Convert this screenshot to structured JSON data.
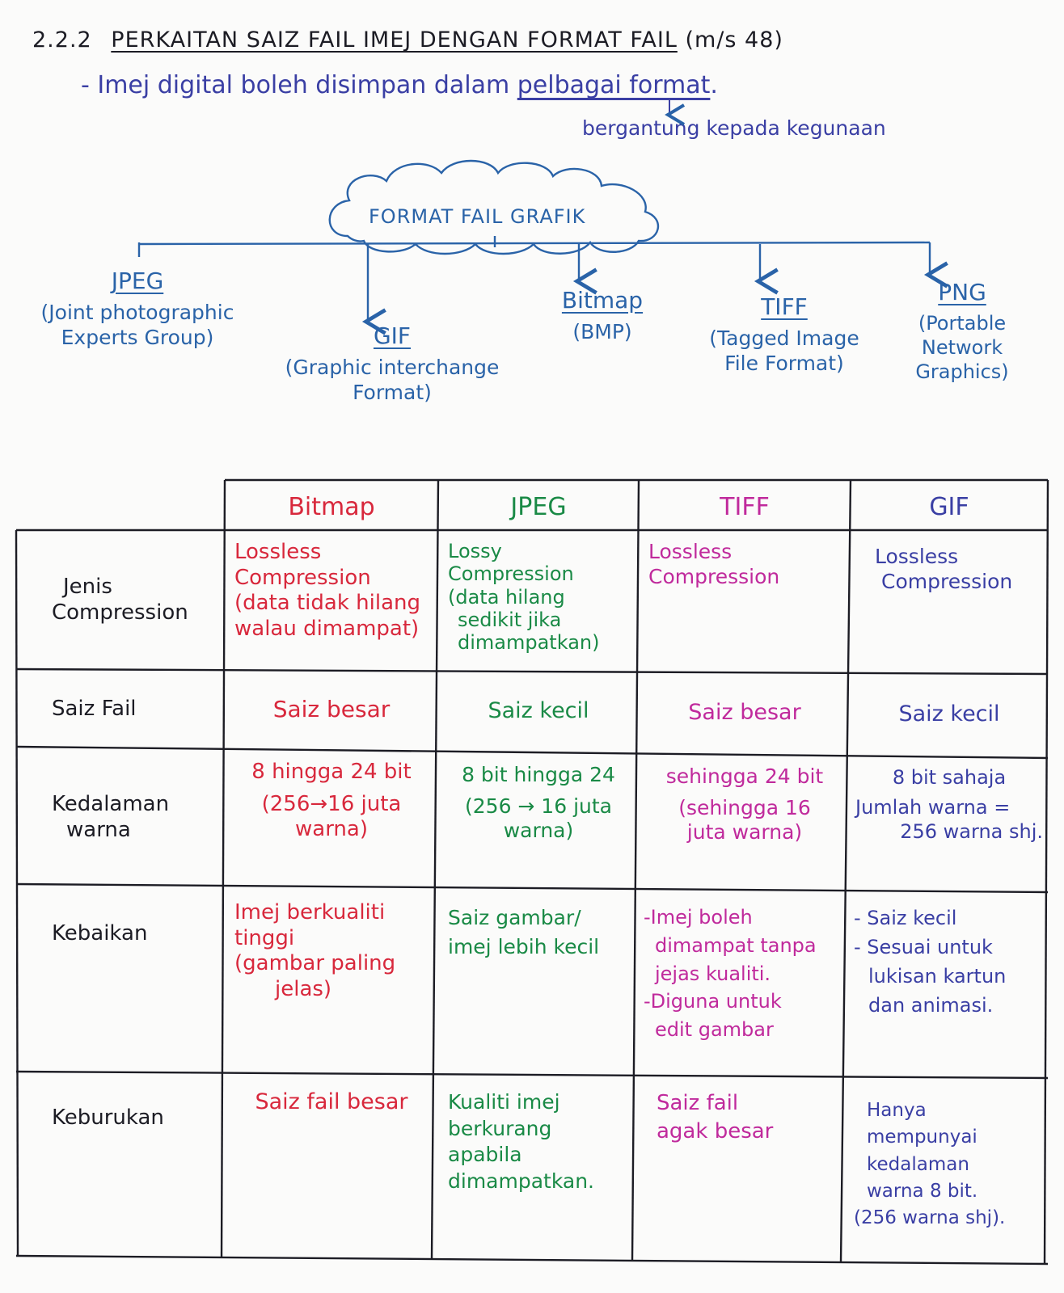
{
  "heading": {
    "number": "2.2.2",
    "title": "PERKAITAN SAIZ FAIL IMEJ DENGAN FORMAT FAIL",
    "ref": "(m/s 48)"
  },
  "intro": {
    "prefix": "- Imej digital boleh disimpan dalam ",
    "emphasis": "pelbagai format",
    "suffix": ".",
    "note": "bergantung kepada kegunaan"
  },
  "tree": {
    "root": "FORMAT FAIL GRAFIK",
    "formats": [
      {
        "name": "JPEG",
        "full": [
          "(Joint photographic",
          "Experts Group)"
        ]
      },
      {
        "name": "GIF",
        "full": [
          "(Graphic interchange",
          "Format)"
        ]
      },
      {
        "name": "Bitmap",
        "full": [
          "(BMP)"
        ]
      },
      {
        "name": "TIFF",
        "full": [
          "(Tagged Image",
          "File Format)"
        ]
      },
      {
        "name": "PNG",
        "full": [
          "(Portable",
          "Network",
          "Graphics)"
        ]
      }
    ]
  },
  "table": {
    "columns": [
      "Bitmap",
      "JPEG",
      "TIFF",
      "GIF"
    ],
    "rows": [
      {
        "label": [
          "Jenis",
          "Compression"
        ],
        "cells": [
          [
            "Lossless",
            "Compression",
            "(data tidak hilang",
            "walau dimampat)"
          ],
          [
            "Lossy",
            "Compression",
            "(data hilang",
            "sedikit jika",
            "dimampatkan)"
          ],
          [
            "Lossless",
            "Compression"
          ],
          [
            "Lossless",
            "Compression"
          ]
        ]
      },
      {
        "label": [
          "Saiz Fail"
        ],
        "cells": [
          [
            "Saiz besar"
          ],
          [
            "Saiz kecil"
          ],
          [
            "Saiz besar"
          ],
          [
            "Saiz kecil"
          ]
        ]
      },
      {
        "label": [
          "Kedalaman",
          "warna"
        ],
        "cells": [
          [
            "8 hingga 24 bit",
            "(256→16 juta",
            "warna)"
          ],
          [
            "8 bit hingga 24",
            "(256 → 16 juta",
            "warna)"
          ],
          [
            "sehingga 24 bit",
            "(sehingga 16",
            "juta warna)"
          ],
          [
            "8 bit sahaja",
            "Jumlah warna =",
            "256 warna shj."
          ]
        ]
      },
      {
        "label": [
          "Kebaikan"
        ],
        "cells": [
          [
            "Imej berkualiti",
            "tinggi",
            "(gambar paling",
            "jelas)"
          ],
          [
            "Saiz gambar/",
            "imej lebih kecil"
          ],
          [
            "-Imej boleh",
            "dimampat tanpa",
            "jejas kualiti.",
            "-Diguna untuk",
            "edit gambar"
          ],
          [
            "- Saiz kecil",
            "- Sesuai untuk",
            "lukisan kartun",
            "dan animasi."
          ]
        ]
      },
      {
        "label": [
          "Keburukan"
        ],
        "cells": [
          [
            "Saiz fail besar"
          ],
          [
            "Kualiti imej",
            "berkurang",
            "apabila",
            "dimampatkan."
          ],
          [
            "Saiz fail",
            "agak besar"
          ],
          [
            "Hanya mempunyai",
            "kedalaman",
            "warna 8 bit.",
            "(256 warna shj)."
          ]
        ]
      }
    ]
  },
  "colors": {
    "black": "#1c1c24",
    "blue": "#2a63a8",
    "red": "#d8283c",
    "green": "#1a8a46",
    "magenta": "#c02a9c",
    "purple": "#3a3fa4"
  }
}
